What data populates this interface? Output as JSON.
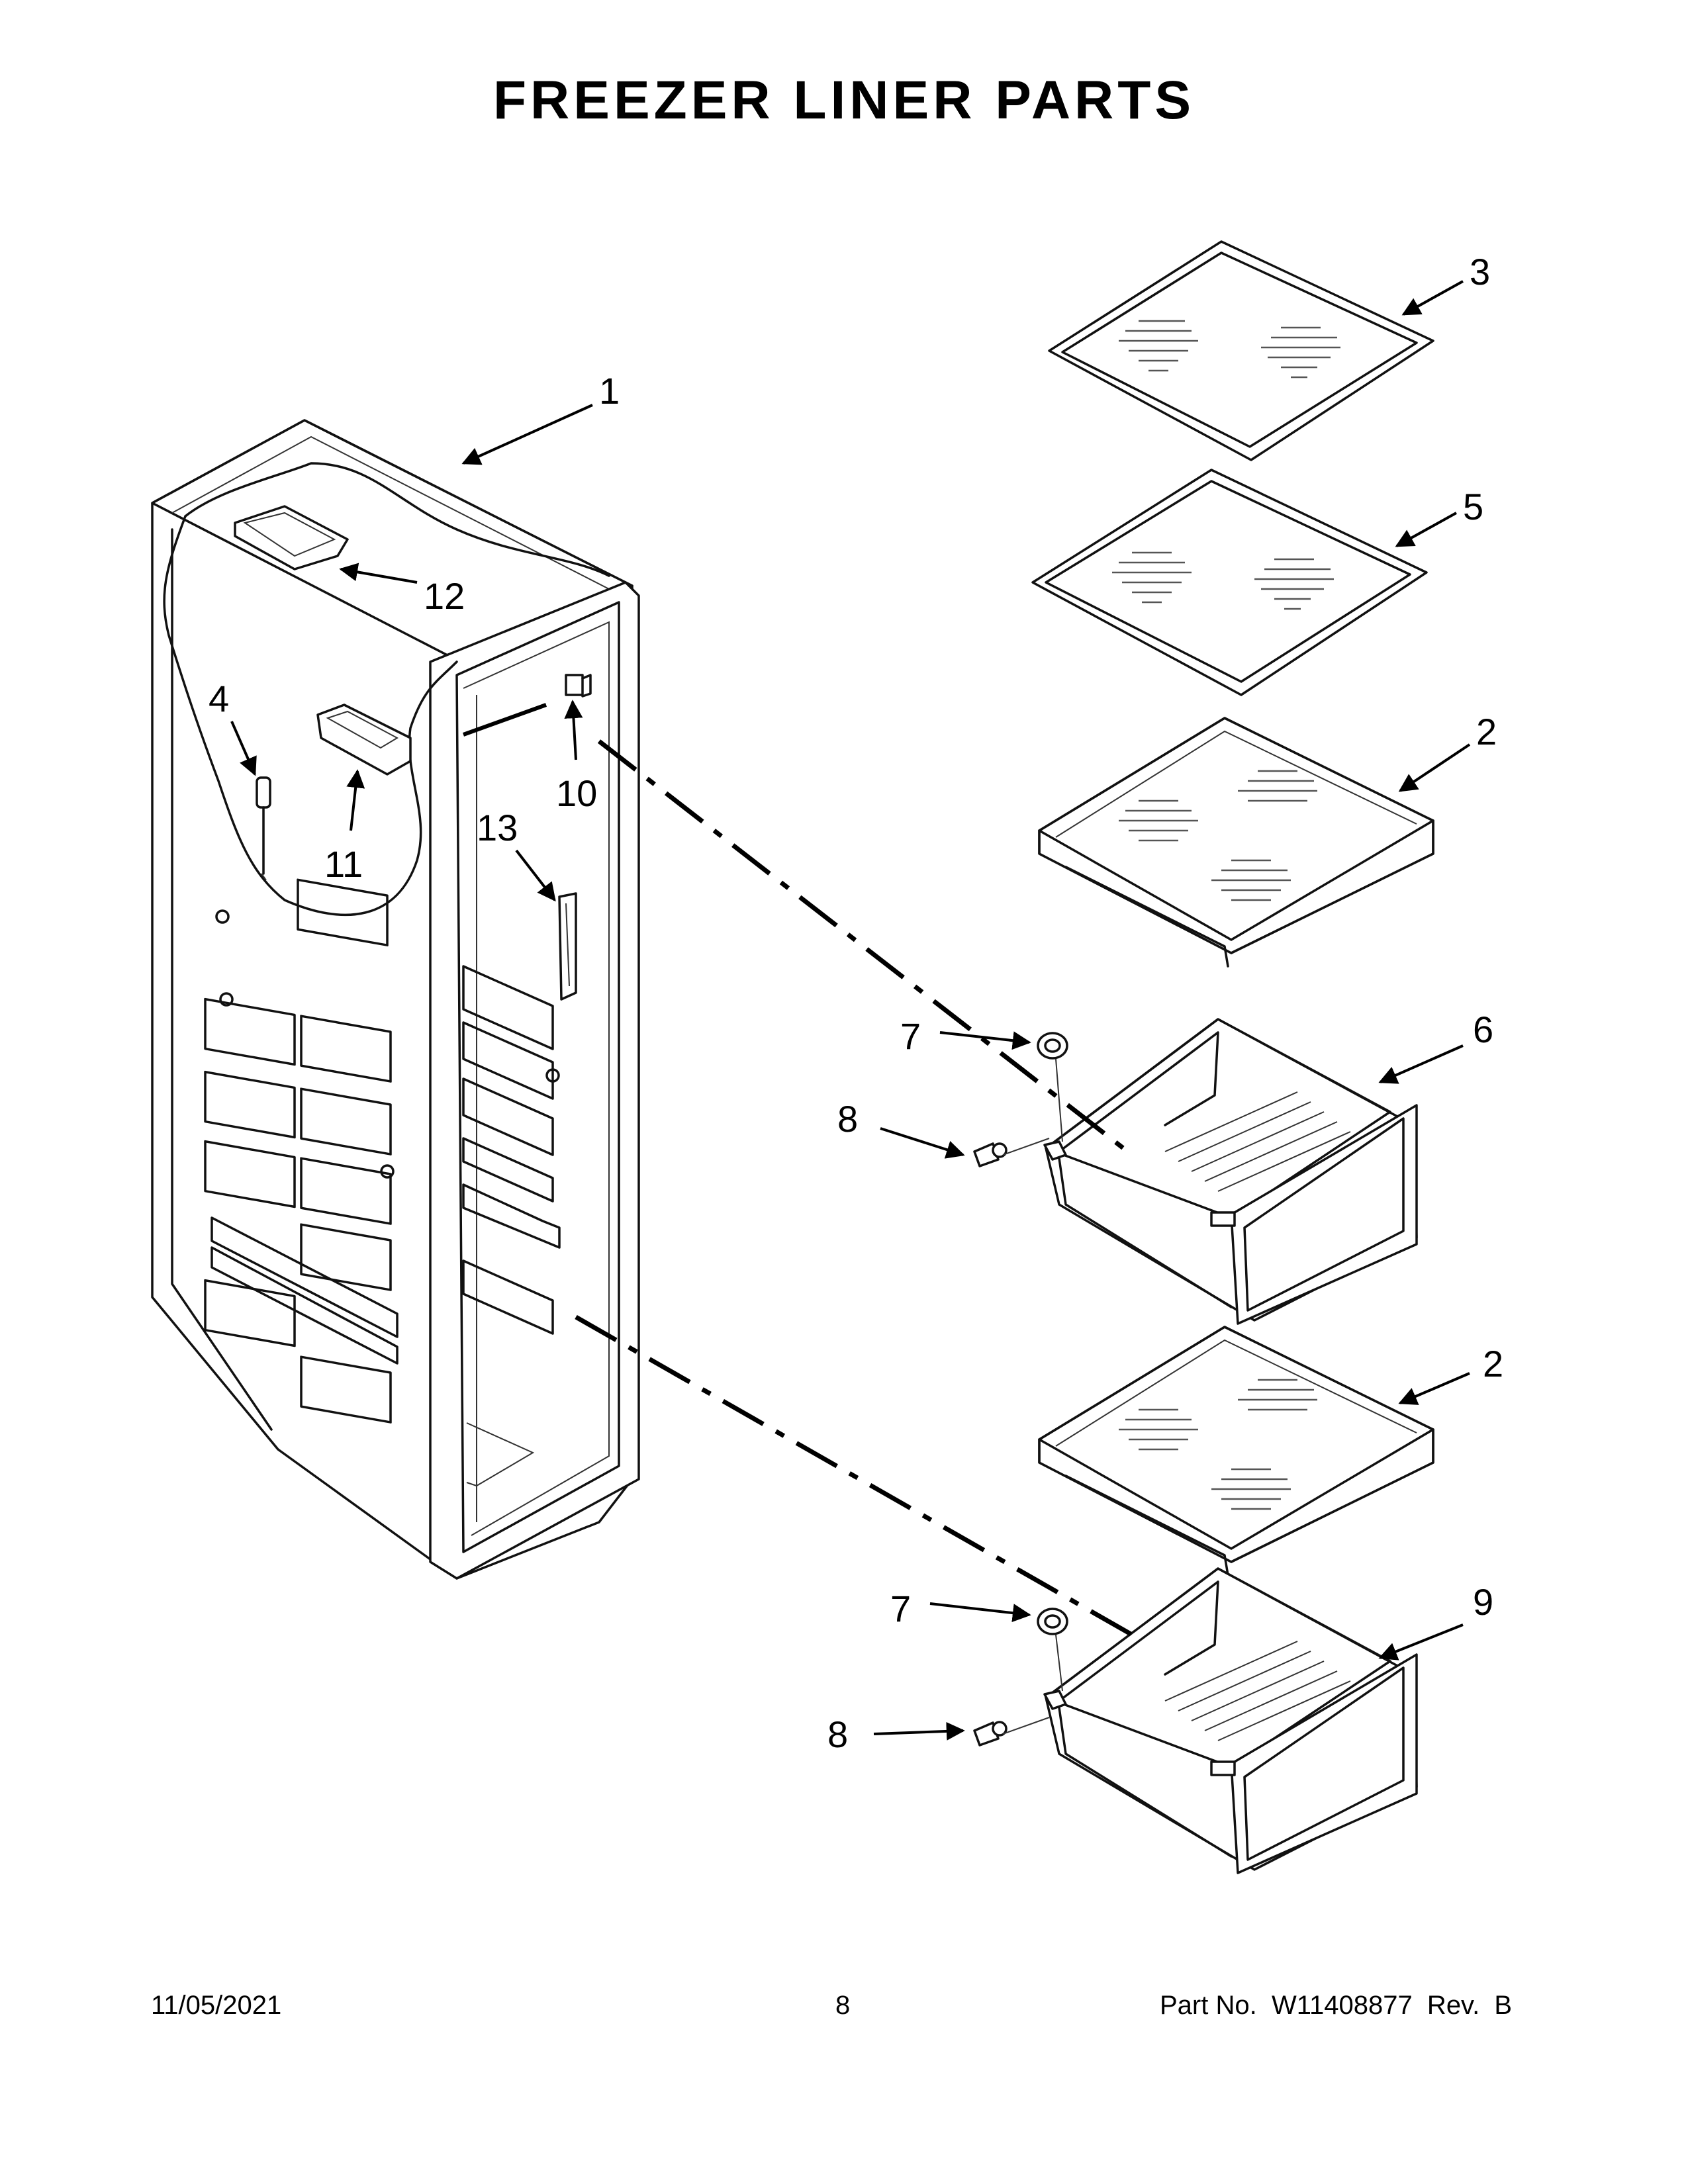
{
  "title": "FREEZER LINER PARTS",
  "callouts": {
    "c1": "1",
    "c2a": "2",
    "c2b": "2",
    "c3": "3",
    "c4": "4",
    "c5": "5",
    "c6": "6",
    "c7a": "7",
    "c7b": "7",
    "c8a": "8",
    "c8b": "8",
    "c9": "9",
    "c10": "10",
    "c11": "11",
    "c12": "12",
    "c13": "13"
  },
  "footer": {
    "date": "11/05/2021",
    "page": "8",
    "part_no": "Part No.  W11408877  Rev.  B"
  }
}
